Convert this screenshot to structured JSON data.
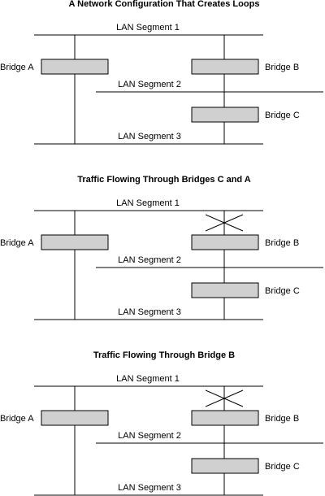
{
  "colors": {
    "bridge_fill": "#d0d0d0",
    "line": "#000000",
    "background": "#ffffff"
  },
  "panels": [
    {
      "title": "A Network Configuration That Creates Loops",
      "segment1": "LAN Segment 1",
      "segment2": "LAN Segment 2",
      "segment3": "LAN Segment 3",
      "bridge_a": "Bridge A",
      "bridge_b": "Bridge B",
      "bridge_c": "Bridge C",
      "bridge_b_blocked": false
    },
    {
      "title": "Traffic Flowing Through Bridges C and A",
      "segment1": "LAN Segment 1",
      "segment2": "LAN Segment 2",
      "segment3": "LAN Segment 3",
      "bridge_a": "Bridge A",
      "bridge_b": "Bridge B",
      "bridge_c": "Bridge C",
      "bridge_b_blocked": true
    },
    {
      "title": "Traffic Flowing Through Bridge B",
      "segment1": "LAN Segment 1",
      "segment2": "LAN Segment 2",
      "segment3": "LAN Segment 3",
      "bridge_a": "Bridge A",
      "bridge_b": "Bridge B",
      "bridge_c": "Bridge C",
      "bridge_b_blocked": true
    }
  ]
}
